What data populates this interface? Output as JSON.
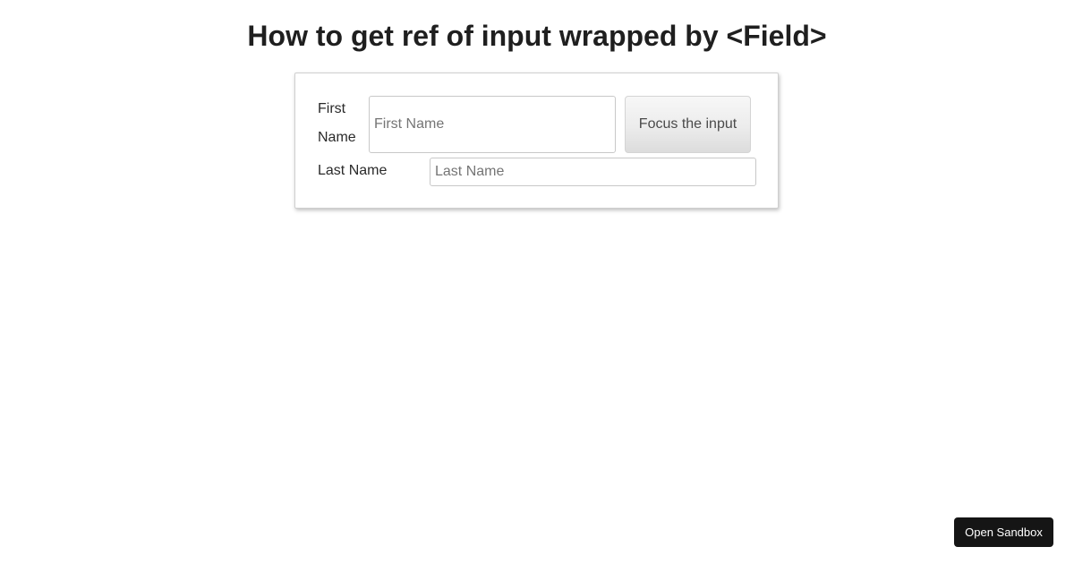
{
  "page": {
    "title": "How to get ref of input wrapped by <Field>"
  },
  "form": {
    "first_name": {
      "label": "First Name",
      "value": "",
      "placeholder": "First Name"
    },
    "last_name": {
      "label": "Last Name",
      "value": "",
      "placeholder": "Last Name"
    },
    "focus_button_label": "Focus the input"
  },
  "footer": {
    "open_sandbox_label": "Open Sandbox"
  },
  "colors": {
    "title_text": "#1f1f1f",
    "card_border": "#cfcfcf",
    "input_border": "#c8c8c8",
    "placeholder": "#757575",
    "button_gradient_top": "#f7f7f7",
    "button_gradient_bottom": "#dcdcdc",
    "sandbox_button_bg": "#151515",
    "sandbox_button_text": "#ffffff"
  }
}
